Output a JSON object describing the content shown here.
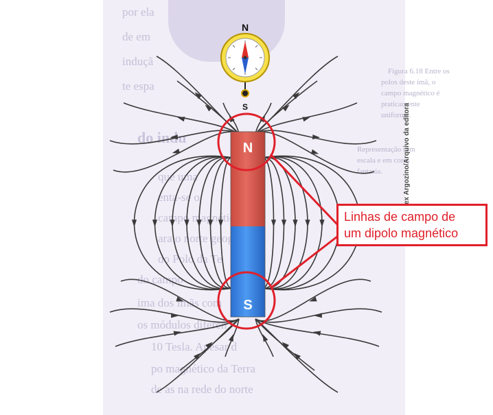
{
  "magnet": {
    "north_label": "N",
    "south_label": "S",
    "north_color": "#d9534a",
    "south_color": "#2f7fe0"
  },
  "compass": {
    "north_label": "N",
    "south_label": "S",
    "ring_color": "#f0d020"
  },
  "caption": {
    "line1": "Linhas de campo de",
    "line2": "um dipolo magnético",
    "color": "#e0202a"
  },
  "credit": "Alex Argozino/Arquivo da editora",
  "background_text": {
    "body_fragments": [
      "por ela",
      "de em",
      "induçã",
      "te espa",
      "que uma",
      "enta-se o",
      "campo magnético em",
      "ara o norte geog",
      "do Polo da Te",
      "do campo",
      "ima dos ímãs com",
      "os módulos diferen",
      "10 Tesla. Apesar d",
      "po magnético da Terra",
      "de as na rede do norte"
    ],
    "caption_fragments": [
      "Figura 6.18 Entre os",
      "polos deste ímã, o",
      "campo magnético é",
      "praticamente",
      "uniforme.",
      "Representação sem",
      "escala e em cores",
      "fantasia."
    ],
    "heading_fragment": "do indu"
  }
}
